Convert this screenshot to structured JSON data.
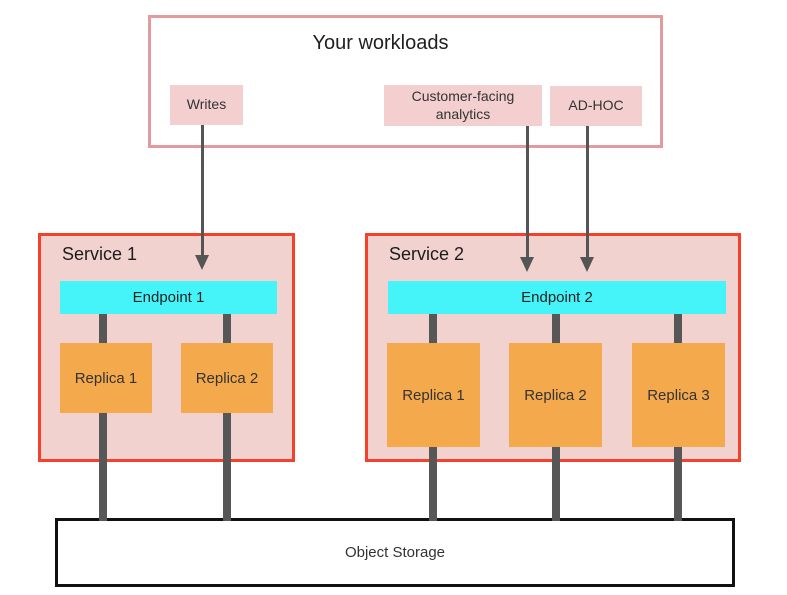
{
  "workloads": {
    "title": "Your workloads",
    "items": [
      {
        "label": "Writes"
      },
      {
        "label": "Customer-facing analytics"
      },
      {
        "label": "AD-HOC"
      }
    ]
  },
  "services": [
    {
      "name": "Service 1",
      "endpoint": "Endpoint 1",
      "replicas": [
        "Replica 1",
        "Replica 2"
      ]
    },
    {
      "name": "Service 2",
      "endpoint": "Endpoint 2",
      "replicas": [
        "Replica 1",
        "Replica 2",
        "Replica 3"
      ]
    }
  ],
  "storage": {
    "label": "Object Storage"
  },
  "icons": {
    "flow_arrow": "arrow-down"
  },
  "colors": {
    "workloads_border": "#e29c9d",
    "chip_fill": "#f3cfd0",
    "service_border": "#f5402c",
    "service_fill": "#f1d2cf",
    "endpoint_fill": "#45f4f9",
    "replica_fill": "#f5a94d",
    "connector_gray": "#575757",
    "arrow_gray": "#555555",
    "storage_border": "#111111"
  }
}
